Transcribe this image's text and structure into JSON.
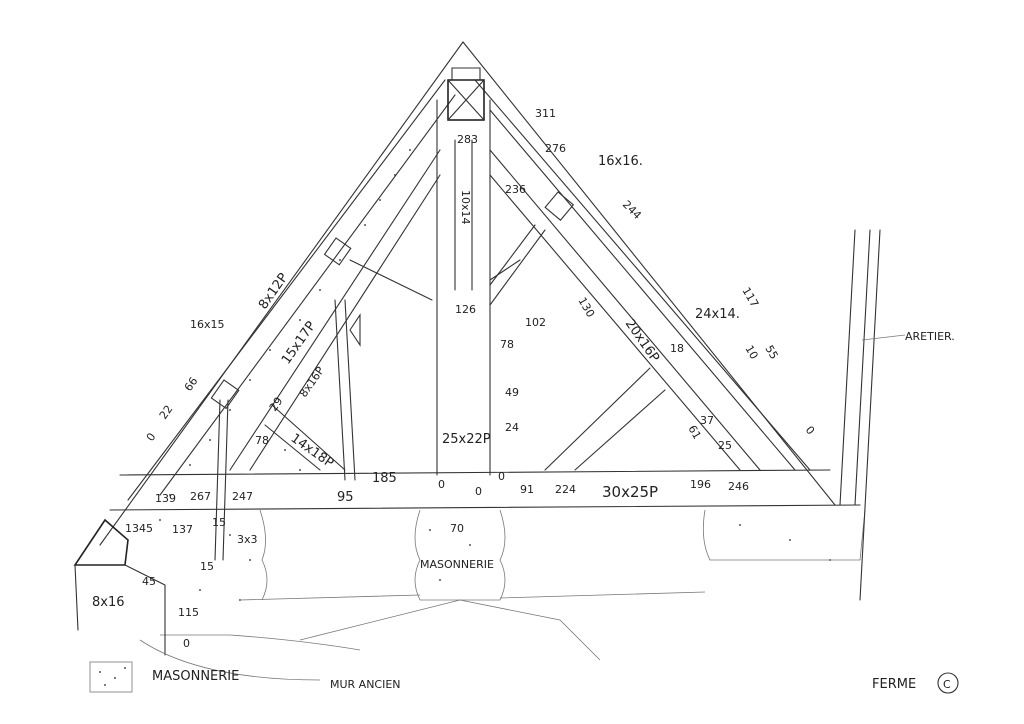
{
  "title": "FERME",
  "title_mark": "C",
  "legend": {
    "masonry_label": "MASONNERIE",
    "old_wall_label": "MUR ANCIEN"
  },
  "labels": {
    "ridge_level": "311",
    "level_276": "276",
    "purlin_top": "16x16.",
    "king_top": "283",
    "king_post": "10x14",
    "level_236": "236",
    "level_244": "244",
    "left_rafter": "8x12P",
    "left_purlin": "16x15",
    "left_principal": "15x17P",
    "left_brace_section": "8x16P",
    "level_66": "66",
    "level_22": "22",
    "level_0_left": "0",
    "dim_29": "29",
    "dim_78_left": "78",
    "left_strut": "14x18P",
    "level_126": "126",
    "level_102": "102",
    "level_78": "78",
    "level_49": "49",
    "level_24": "24",
    "king_base": "25x22P",
    "dim_185": "185",
    "dim_95": "95",
    "dim_139": "139",
    "dim_267": "267",
    "dim_247": "247",
    "zero_a": "0",
    "zero_b": "0",
    "zero_c": "0",
    "dim_91": "91",
    "dim_224": "224",
    "tie_beam": "30x25P",
    "dim_196": "196",
    "dim_246": "246",
    "dim_130": "130",
    "right_principal": "20x16P",
    "right_purlin": "24x14.",
    "level_117": "117",
    "dim_18": "18",
    "dim_10": "10",
    "dim_55": "55",
    "level_37": "37",
    "level_25": "25",
    "dim_61": "61",
    "level_0_right": "0",
    "hip": "ARETIER.",
    "wall_70": "70",
    "masonry_center": "MASONNERIE",
    "dim_1345": "1345",
    "dim_137": "137",
    "dim_15a": "15",
    "dim_3x3": "3x3",
    "dim_15b": "15",
    "dim_45": "45",
    "sole_piece": "8x16",
    "dim_115": "115",
    "level_0_bottom": "0"
  }
}
